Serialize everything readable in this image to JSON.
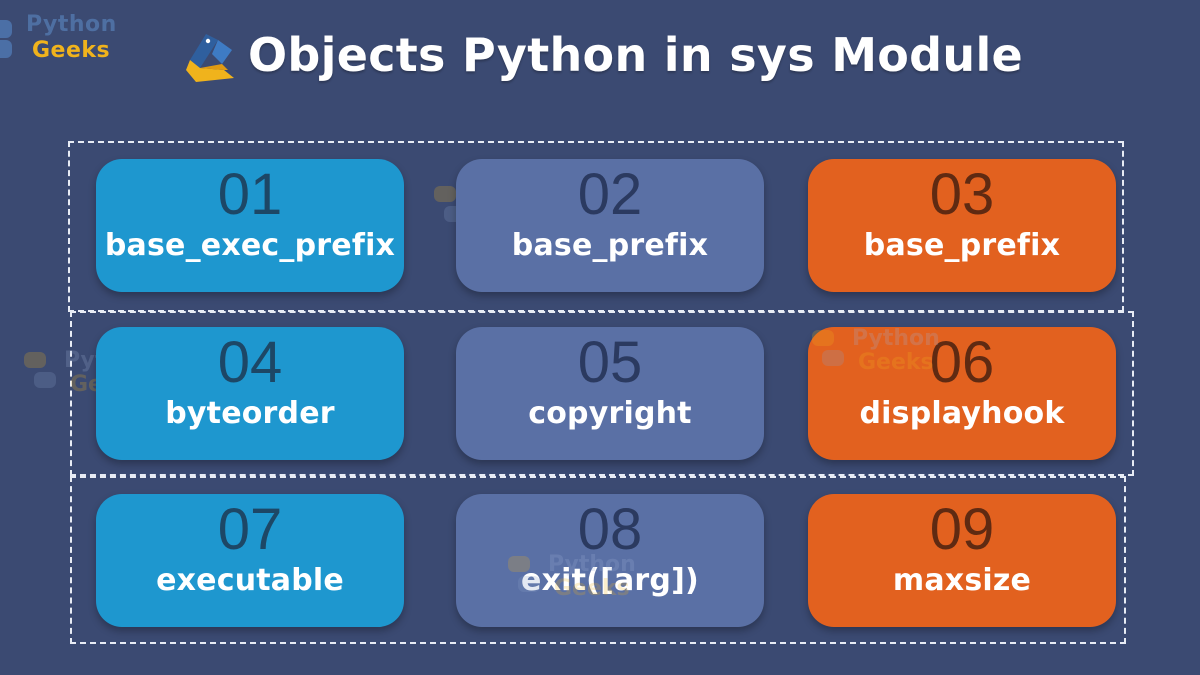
{
  "brand": {
    "word1": "Python",
    "word2": "Geeks"
  },
  "title": "Objects Python in sys Module",
  "colors": {
    "background": "#3b4a72",
    "blue_card": "#1e97cf",
    "slate_card": "#5a70a5",
    "orange_card": "#e2611f",
    "brand_blue": "#4e6fa2",
    "brand_yellow": "#f0b31c"
  },
  "cards": [
    {
      "num": "01",
      "label": "base_exec_prefix"
    },
    {
      "num": "02",
      "label": "base_prefix"
    },
    {
      "num": "03",
      "label": "base_prefix"
    },
    {
      "num": "04",
      "label": "byteorder"
    },
    {
      "num": "05",
      "label": "copyright"
    },
    {
      "num": "06",
      "label": "displayhook"
    },
    {
      "num": "07",
      "label": "executable"
    },
    {
      "num": "08",
      "label": "exit([arg])"
    },
    {
      "num": "09",
      "label": "maxsize"
    }
  ],
  "watermark": {
    "word1": "Python",
    "word2": "Geeks"
  }
}
